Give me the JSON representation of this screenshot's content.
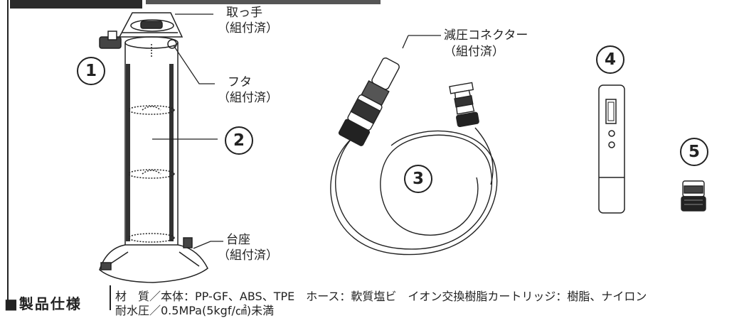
{
  "labels": {
    "handle": "取っ手",
    "handle_sub": "（組付済）",
    "lid": "フタ",
    "lid_sub": "（組付済）",
    "connector": "減圧コネクター",
    "connector_sub": "（組付済）",
    "base": "台座",
    "base_sub": "（組付済）"
  },
  "numbers": {
    "n1": "1",
    "n2": "2",
    "n3": "3",
    "n4": "4",
    "n5": "5"
  },
  "spec": {
    "title": "■製品仕様",
    "line1": "材　質／本体：PP-GF、ABS、TPE　ホース：軟質塩ビ　イオン交換樹脂カートリッジ：樹脂、ナイロン",
    "line2": "耐水圧／0.5MPa(5kgf/㎠)未満"
  }
}
